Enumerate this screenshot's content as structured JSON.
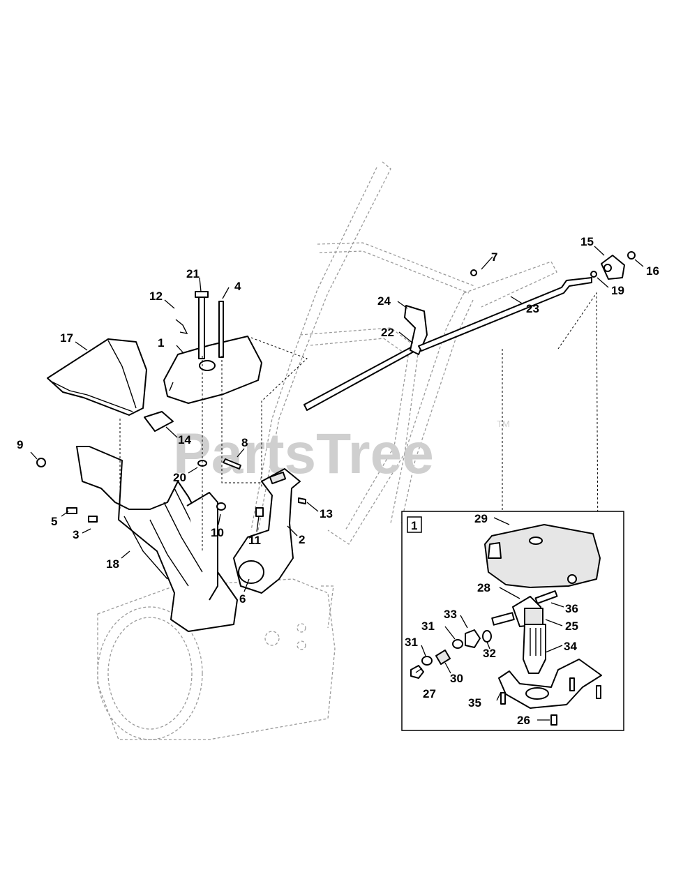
{
  "watermark": {
    "brand": "PartsTree",
    "trademark": "TM"
  },
  "inset": {
    "badge": "1"
  },
  "callouts": [
    {
      "id": "c1",
      "text": "1"
    },
    {
      "id": "c2",
      "text": "2"
    },
    {
      "id": "c3",
      "text": "3"
    },
    {
      "id": "c4",
      "text": "4"
    },
    {
      "id": "c5",
      "text": "5"
    },
    {
      "id": "c6",
      "text": "6"
    },
    {
      "id": "c7",
      "text": "7"
    },
    {
      "id": "c8",
      "text": "8"
    },
    {
      "id": "c9",
      "text": "9"
    },
    {
      "id": "c10",
      "text": "10"
    },
    {
      "id": "c11",
      "text": "11"
    },
    {
      "id": "c12",
      "text": "12"
    },
    {
      "id": "c13",
      "text": "13"
    },
    {
      "id": "c14",
      "text": "14"
    },
    {
      "id": "c15",
      "text": "15"
    },
    {
      "id": "c16",
      "text": "16"
    },
    {
      "id": "c17",
      "text": "17"
    },
    {
      "id": "c18",
      "text": "18"
    },
    {
      "id": "c19",
      "text": "19"
    },
    {
      "id": "c20",
      "text": "20"
    },
    {
      "id": "c21",
      "text": "21"
    },
    {
      "id": "c22",
      "text": "22"
    },
    {
      "id": "c23",
      "text": "23"
    },
    {
      "id": "c24",
      "text": "24"
    },
    {
      "id": "c25",
      "text": "25"
    },
    {
      "id": "c26",
      "text": "26"
    },
    {
      "id": "c27",
      "text": "27"
    },
    {
      "id": "c28",
      "text": "28"
    },
    {
      "id": "c29",
      "text": "29"
    },
    {
      "id": "c30",
      "text": "30"
    },
    {
      "id": "c31a",
      "text": "31"
    },
    {
      "id": "c31b",
      "text": "31"
    },
    {
      "id": "c32",
      "text": "32"
    },
    {
      "id": "c33",
      "text": "33"
    },
    {
      "id": "c34",
      "text": "34"
    },
    {
      "id": "c35",
      "text": "35"
    },
    {
      "id": "c36",
      "text": "36"
    }
  ]
}
